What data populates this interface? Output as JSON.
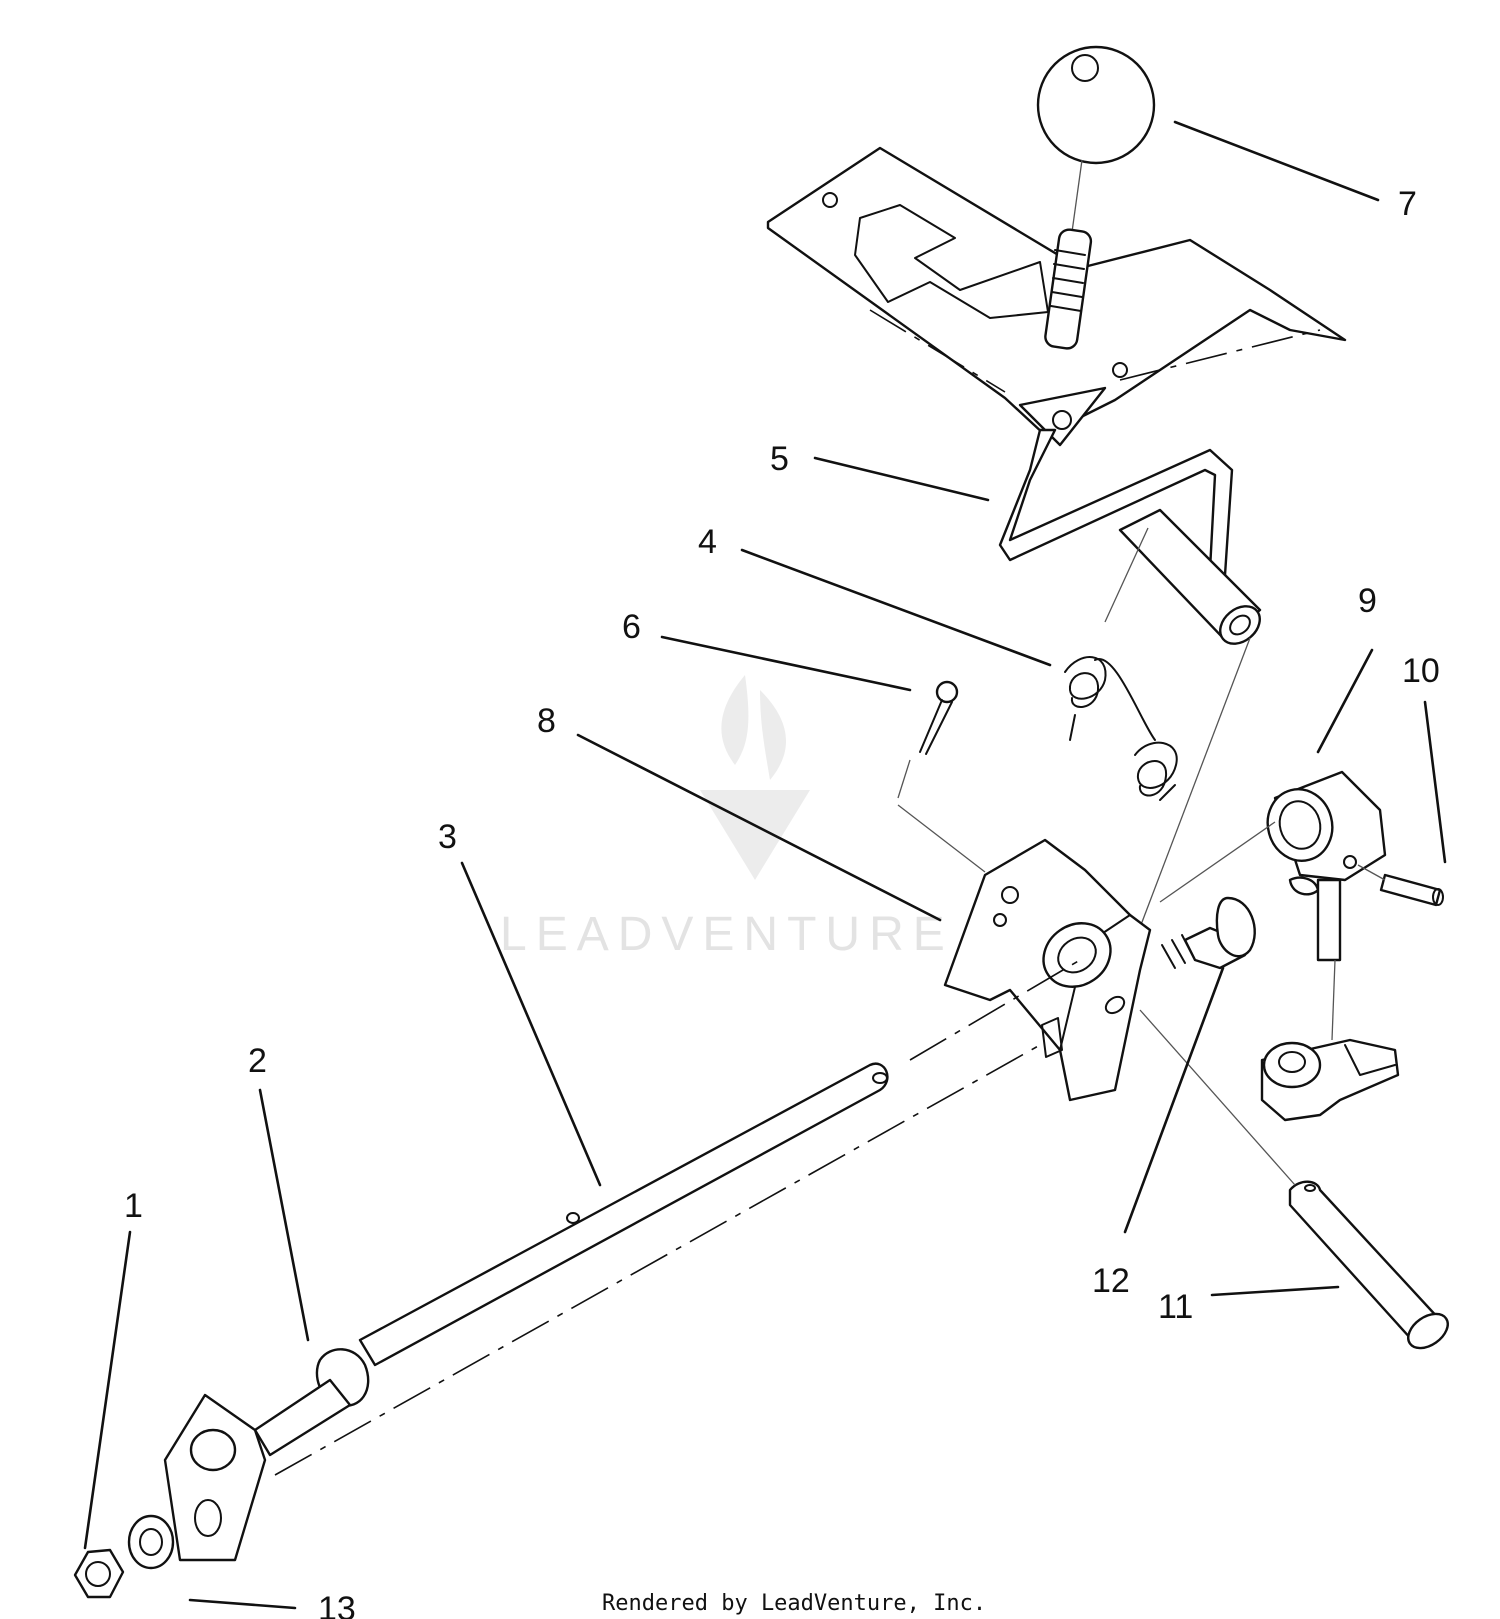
{
  "diagram": {
    "callouts": [
      {
        "id": "1",
        "label": "1"
      },
      {
        "id": "2",
        "label": "2"
      },
      {
        "id": "3",
        "label": "3"
      },
      {
        "id": "4",
        "label": "4"
      },
      {
        "id": "5",
        "label": "5"
      },
      {
        "id": "6",
        "label": "6"
      },
      {
        "id": "7",
        "label": "7"
      },
      {
        "id": "8",
        "label": "8"
      },
      {
        "id": "9",
        "label": "9"
      },
      {
        "id": "10",
        "label": "10"
      },
      {
        "id": "11",
        "label": "11"
      },
      {
        "id": "12",
        "label": "12"
      },
      {
        "id": "13",
        "label": "13"
      }
    ],
    "watermark_text": "LEADVENTURE",
    "footer_text": "Rendered by LeadVenture, Inc."
  }
}
